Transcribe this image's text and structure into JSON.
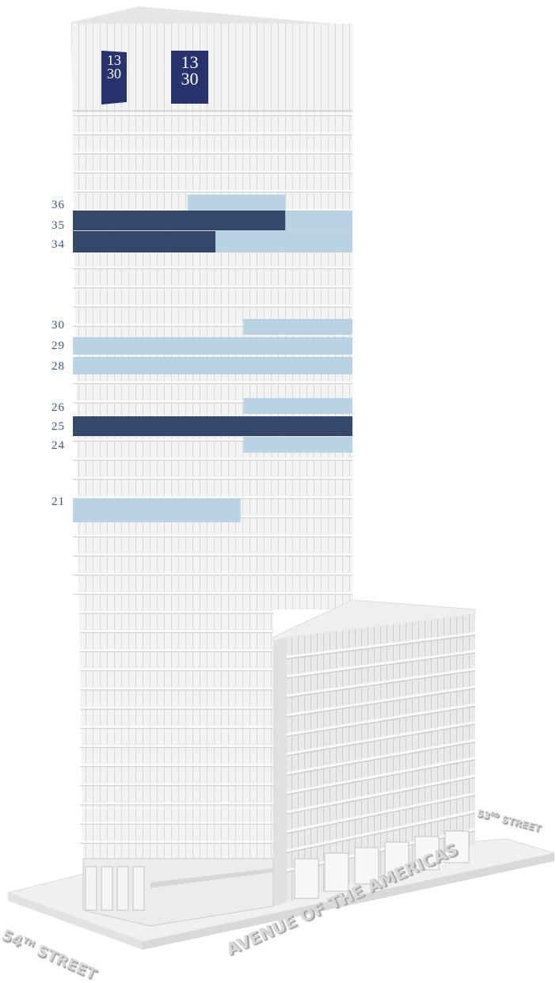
{
  "logo": {
    "top": "13",
    "bottom": "30"
  },
  "floors": [
    {
      "label": "36",
      "segments": [
        {
          "status": "available",
          "from": 0.41,
          "to": 0.76
        }
      ]
    },
    {
      "label": "35",
      "segments": [
        {
          "status": "leased",
          "from": 0.0,
          "to": 0.76
        },
        {
          "status": "available",
          "from": 0.76,
          "to": 1.0
        }
      ]
    },
    {
      "label": "34",
      "segments": [
        {
          "status": "leased",
          "from": 0.0,
          "to": 0.51
        },
        {
          "status": "available",
          "from": 0.51,
          "to": 1.0
        }
      ]
    },
    {
      "label": "30",
      "segments": [
        {
          "status": "available",
          "from": 0.61,
          "to": 1.0
        }
      ]
    },
    {
      "label": "29",
      "segments": [
        {
          "status": "available",
          "from": 0.0,
          "to": 1.0
        }
      ]
    },
    {
      "label": "28",
      "segments": [
        {
          "status": "available",
          "from": 0.0,
          "to": 1.0
        }
      ]
    },
    {
      "label": "26",
      "segments": [
        {
          "status": "available",
          "from": 0.61,
          "to": 1.0
        }
      ]
    },
    {
      "label": "25",
      "segments": [
        {
          "status": "leased",
          "from": 0.0,
          "to": 1.0
        }
      ]
    },
    {
      "label": "24",
      "segments": [
        {
          "status": "available",
          "from": 0.61,
          "to": 1.0
        }
      ]
    },
    {
      "label": "21",
      "segments": [
        {
          "status": "available",
          "from": 0.0,
          "to": 0.6
        }
      ]
    }
  ],
  "streets": {
    "left": {
      "number": "54",
      "suffix": "TH",
      "word": "STREET"
    },
    "front": "AVENUE OF THE AMERICAS",
    "right": {
      "number": "53",
      "suffix": "RD",
      "word": "STREET"
    }
  },
  "colors": {
    "leased": "#33486a",
    "available": "#b3cfe2",
    "logo": "#28336e",
    "label": "#3f5578"
  }
}
